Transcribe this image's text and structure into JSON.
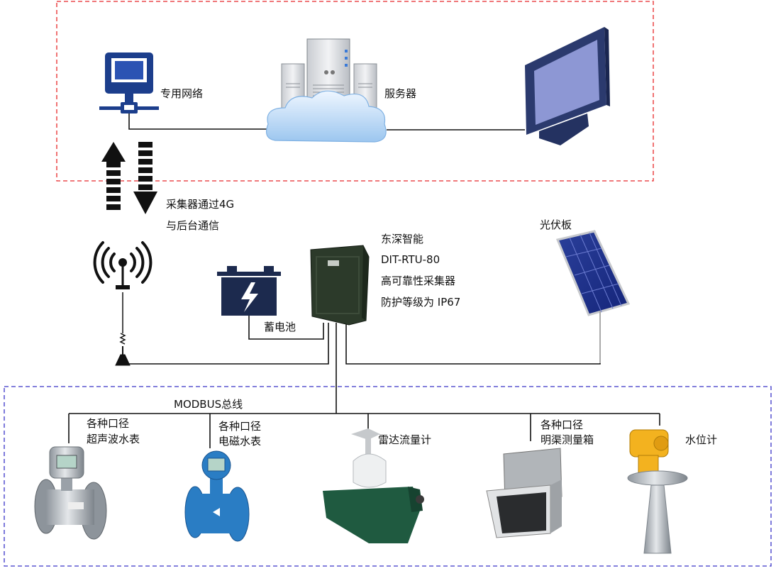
{
  "network": {
    "private_network_label": "专用网络",
    "server_label": "服务器"
  },
  "comm": {
    "line1": "采集器通过4G",
    "line2": "与后台通信"
  },
  "rtu": {
    "lines": [
      "东深智能",
      "DIT-RTU-80",
      "高可靠性采集器",
      "防护等级为 IP67"
    ]
  },
  "battery": {
    "label": "蓄电池"
  },
  "solar": {
    "label": "光伏板"
  },
  "bus": {
    "label": "MODBUS总线"
  },
  "devices": [
    {
      "line1": "各种口径",
      "line2": "超声波水表"
    },
    {
      "line1": "各种口径",
      "line2": "电磁水表"
    },
    {
      "line1": "雷达流量计"
    },
    {
      "line1": "各种口径",
      "line2": "明渠测量箱"
    },
    {
      "line1": "水位计"
    }
  ],
  "colors": {
    "top_border": "#e8282a",
    "bottom_border": "#3a34c8",
    "line": "#111111",
    "computer_blue": "#1c3e8c",
    "monitor": "#2b3a6e",
    "screen": "#8d97d4",
    "rtu_box": "#2c3a2a",
    "battery": "#1c2a4e",
    "flowmeter_blue": "#2a7dc4",
    "radar_box": "#1f5a40",
    "level_yellow": "#f3b21f"
  }
}
